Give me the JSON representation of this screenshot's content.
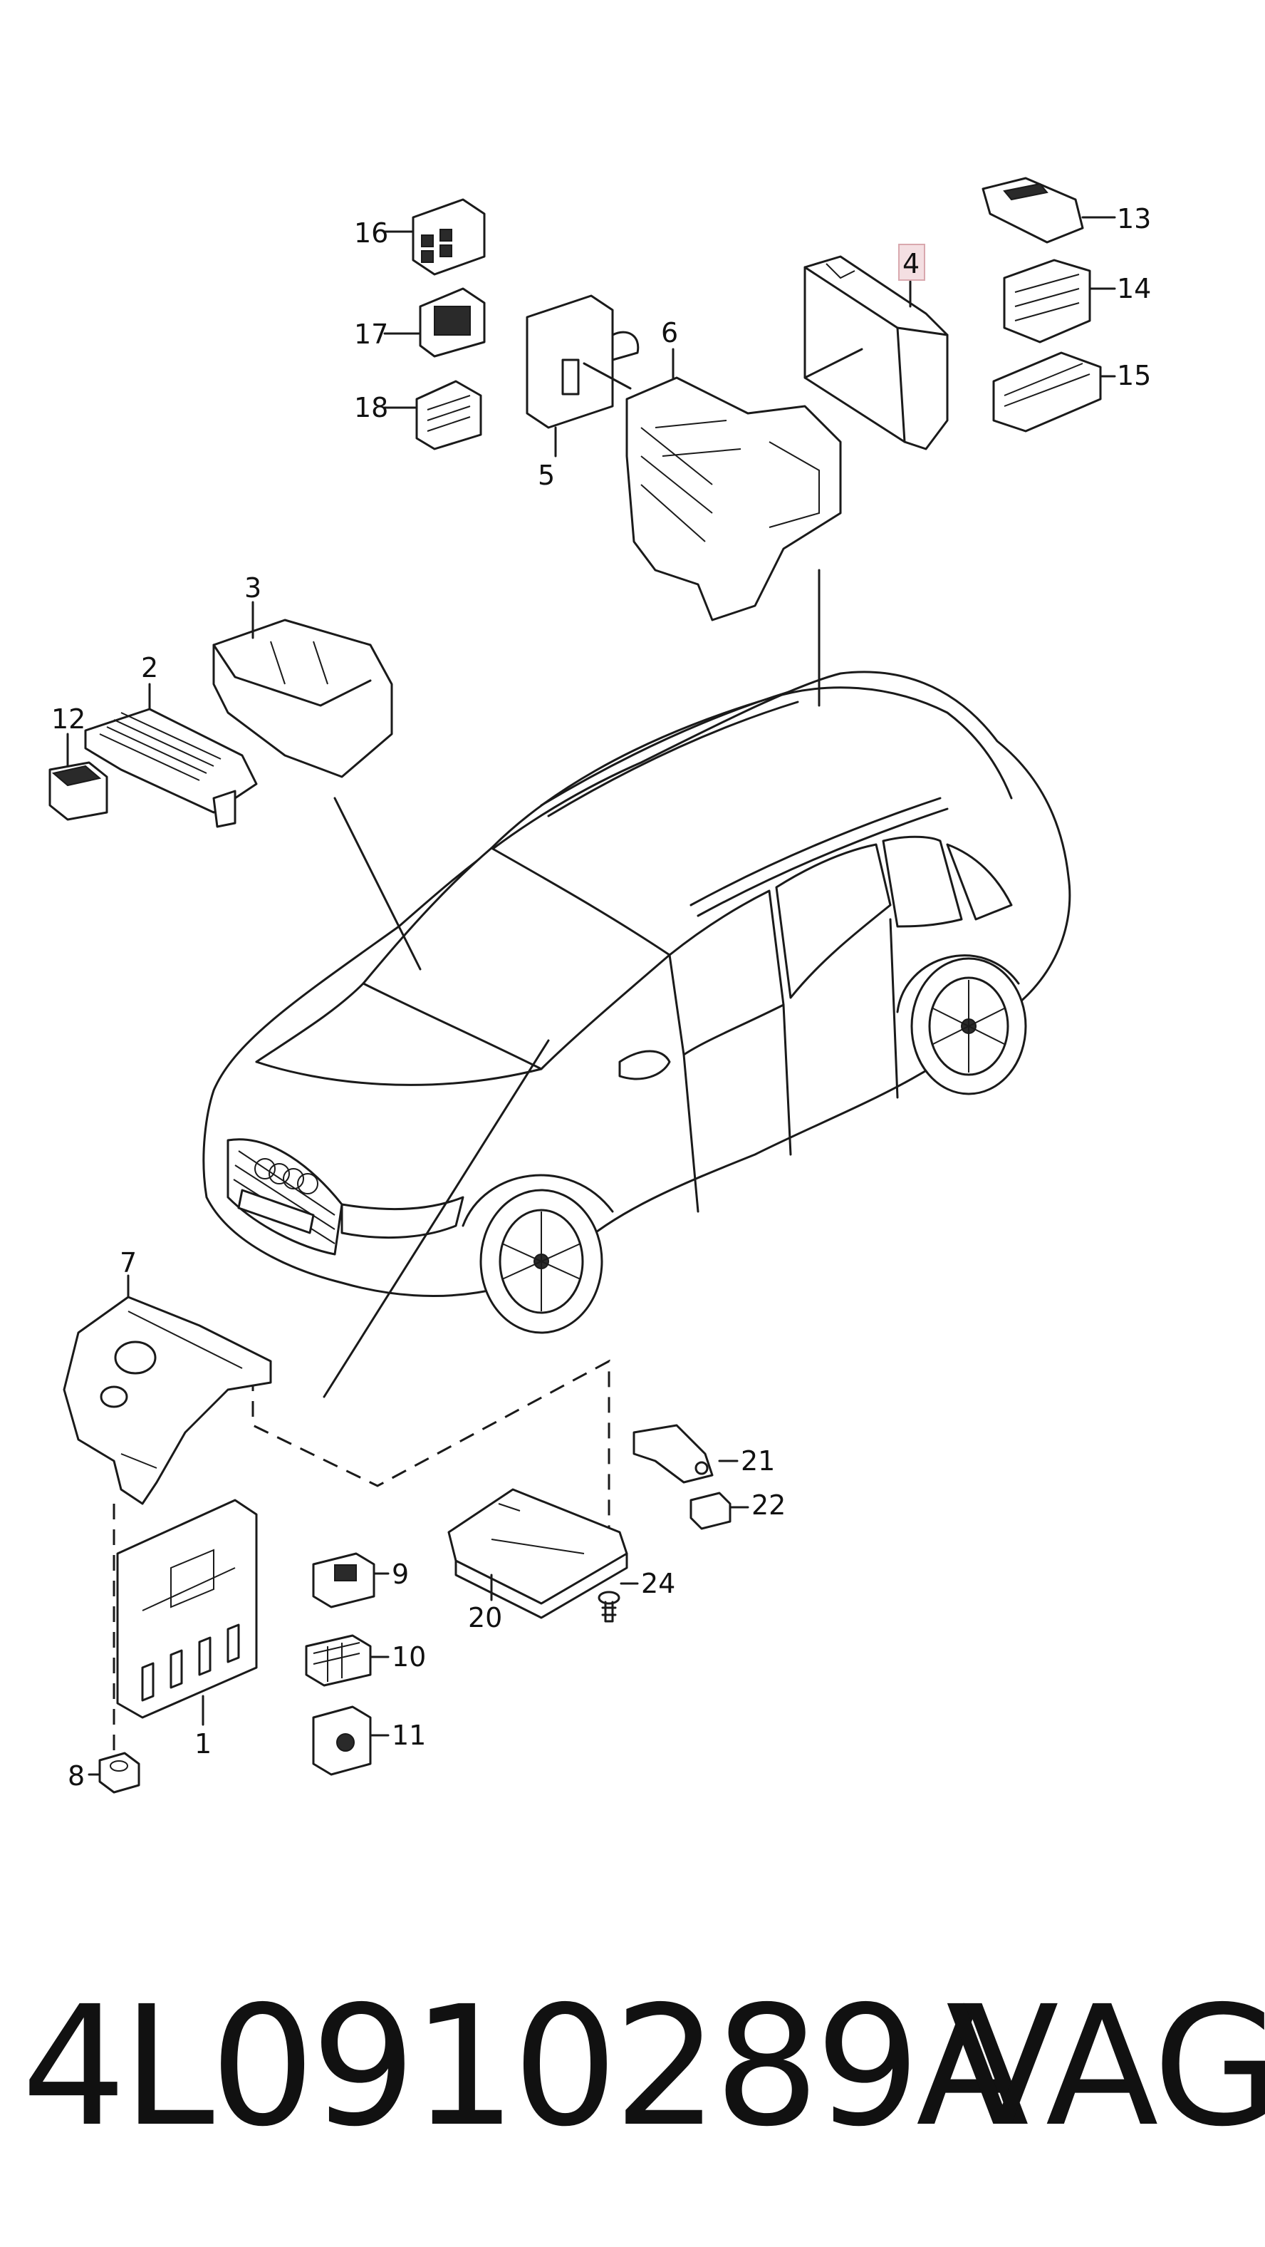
{
  "diagram": {
    "callouts": [
      "1",
      "2",
      "3",
      "4",
      "5",
      "6",
      "7",
      "8",
      "9",
      "10",
      "11",
      "12",
      "13",
      "14",
      "15",
      "16",
      "17",
      "18",
      "20",
      "21",
      "22",
      "24"
    ],
    "highlighted_callout": "4",
    "highlight_color": "#e8c8cc",
    "line_color": "#1a1a1a"
  },
  "footer": {
    "part_number": "4L0910289A",
    "brand": "VAG"
  }
}
